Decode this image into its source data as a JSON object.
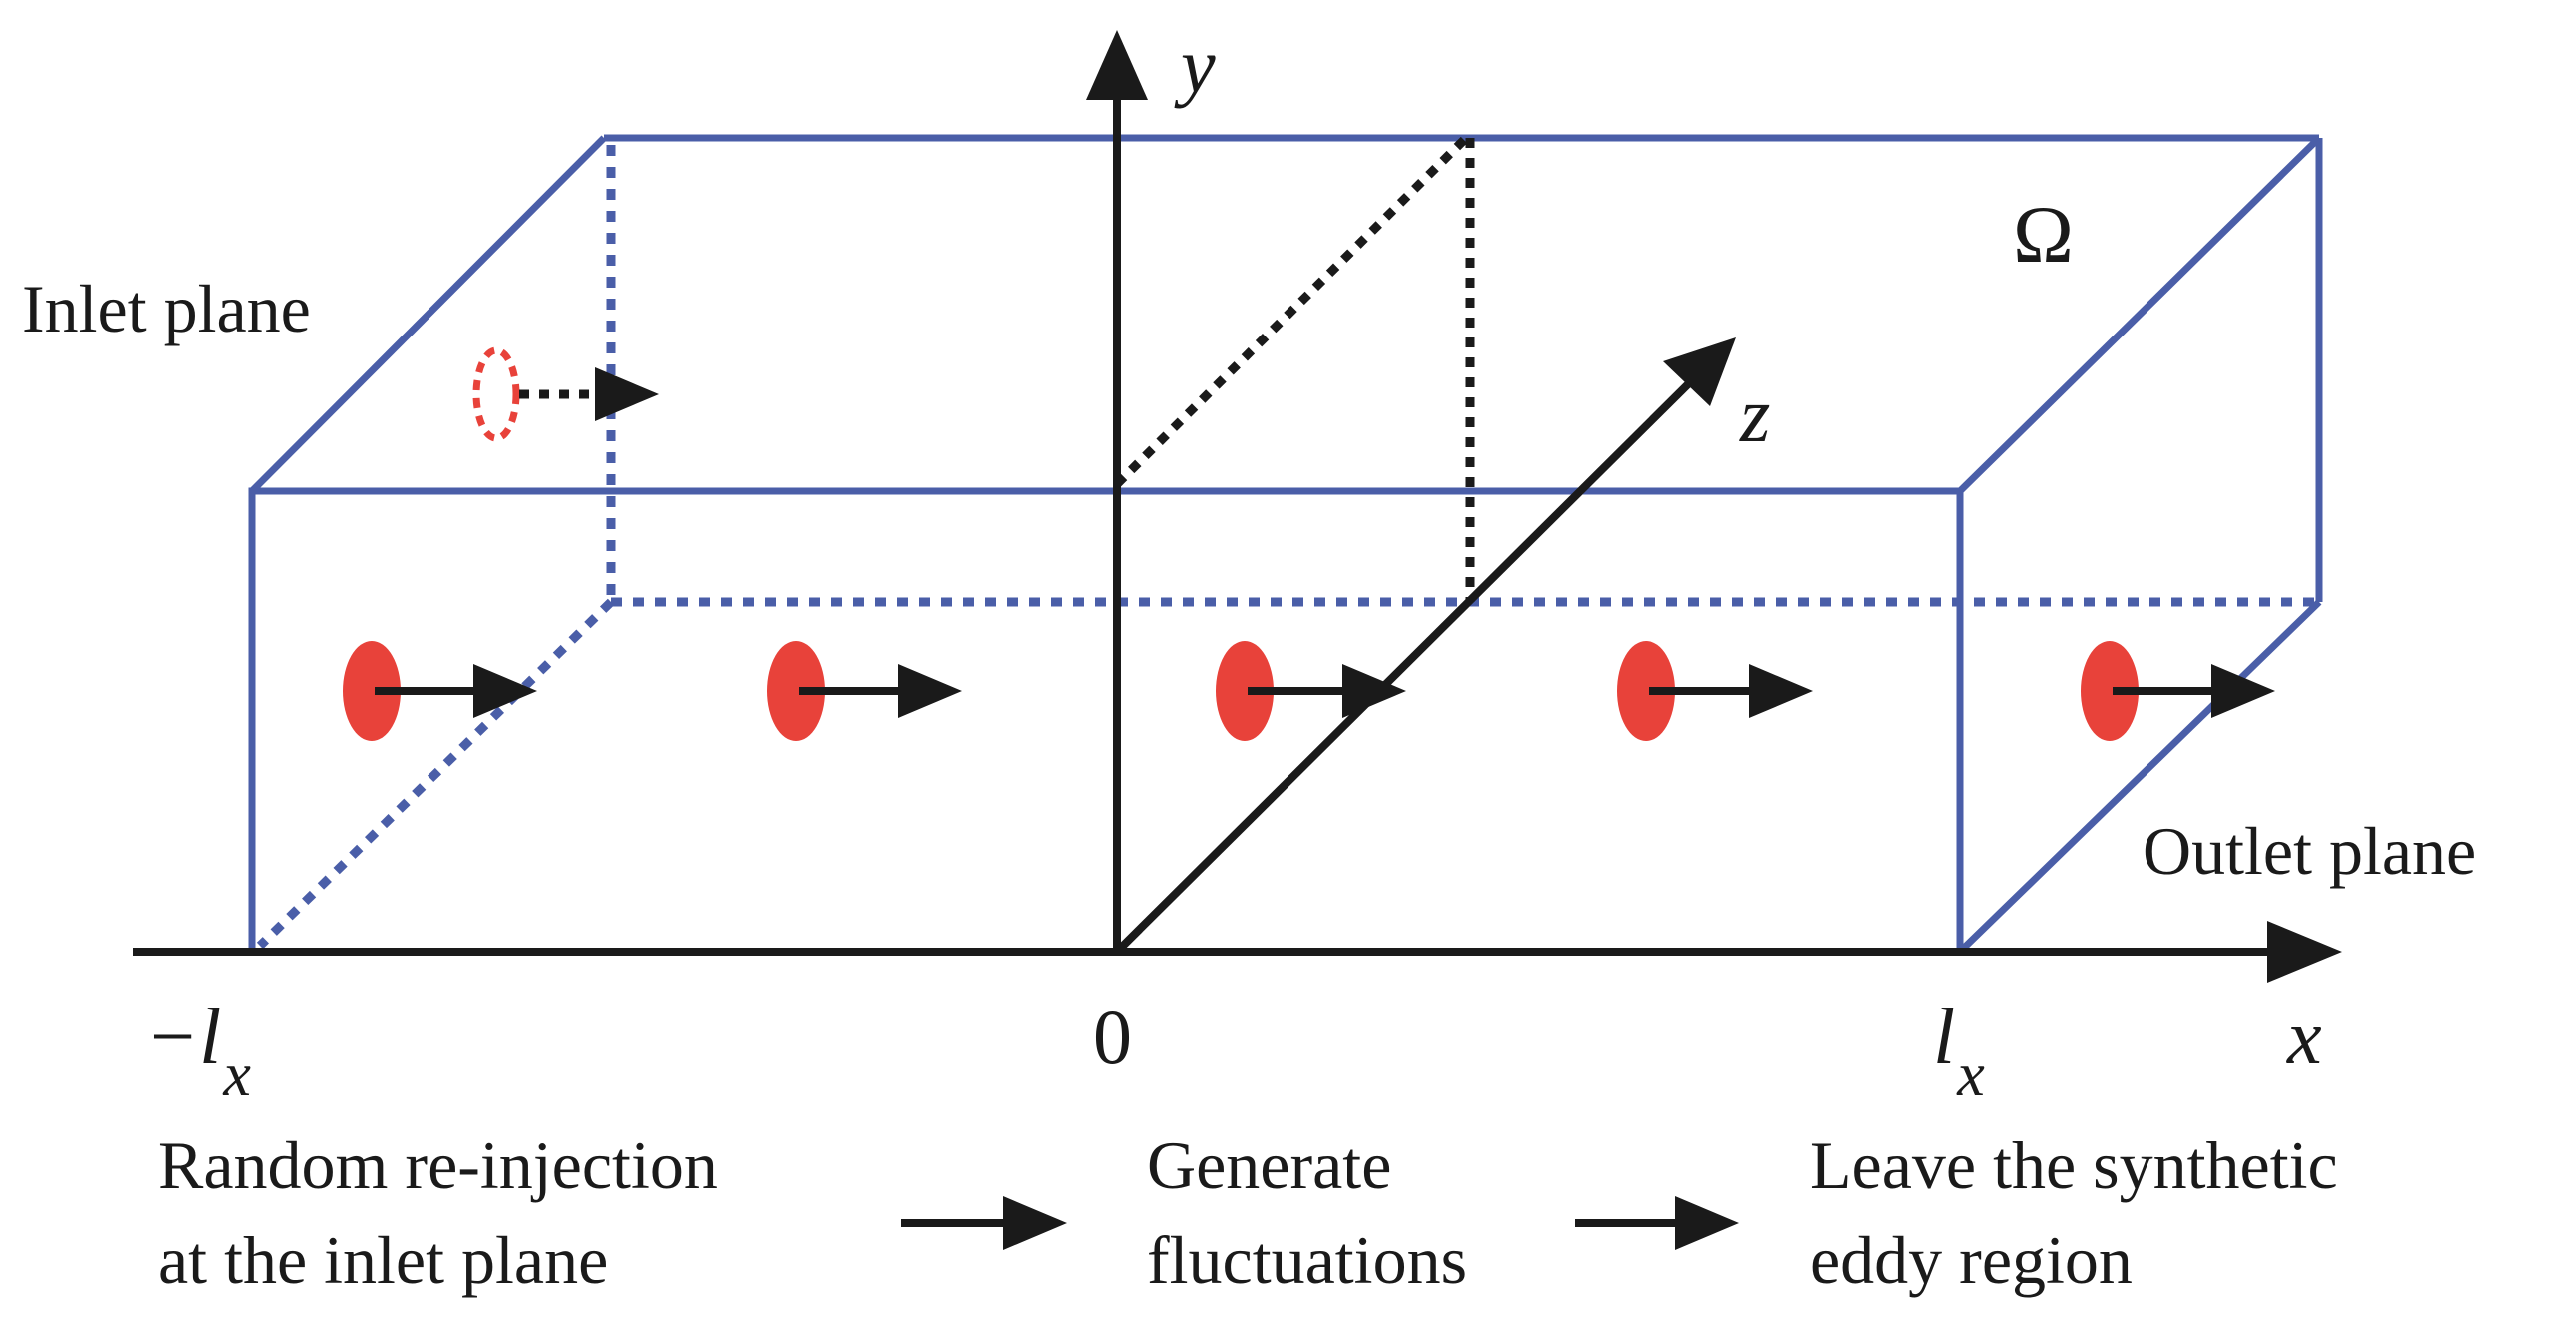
{
  "labels": {
    "y_axis": "y",
    "z_axis": "z",
    "x_axis": "x",
    "domain": "Ω",
    "inlet_plane": "Inlet plane",
    "outlet_plane": "Outlet plane",
    "origin": "0",
    "neg_lx_sign": "−",
    "lx_letter": "l",
    "lx_sub": "x"
  },
  "steps": [
    {
      "line1": "Random re-injection",
      "line2": "at the inlet plane"
    },
    {
      "line1": "Generate",
      "line2": "fluctuations"
    },
    {
      "line1": "Leave the synthetic",
      "line2": "eddy region"
    }
  ],
  "colors": {
    "box": "#4a5ea8",
    "eddy": "#e8423a",
    "axis": "#1a1a1a"
  }
}
